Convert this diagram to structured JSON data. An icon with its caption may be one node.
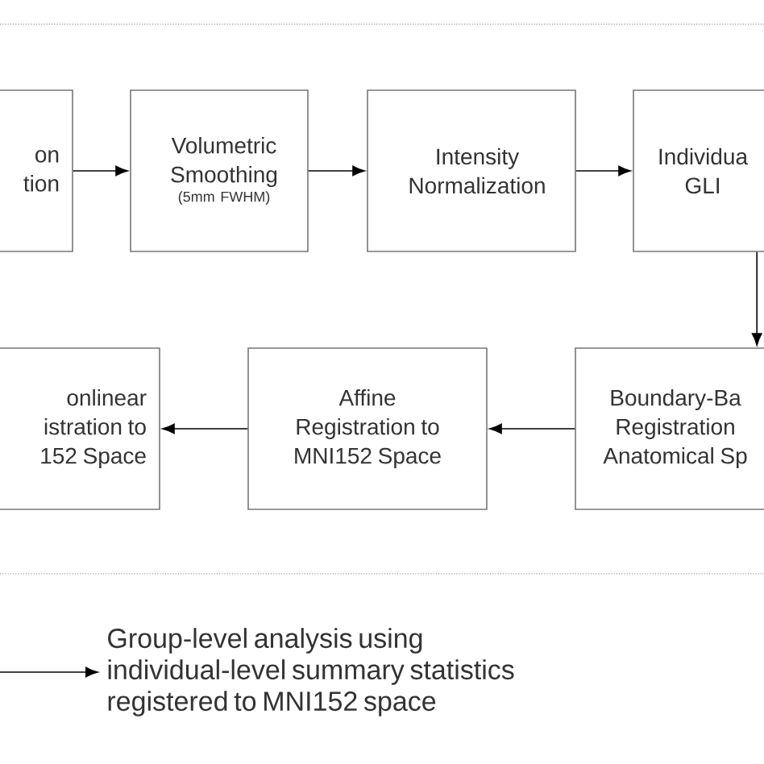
{
  "diagram": {
    "nodes": [
      {
        "text": [
          "on tion"
        ]
      },
      {
        "text": [
          "Volumetric Smoothing",
          "(5mm FWHM)"
        ]
      },
      {
        "text": [
          "Intensity Normalization"
        ]
      },
      {
        "text": [
          "Individua GLI"
        ]
      },
      {
        "text": [
          "Boundary-Ba Registration Anatomical Sp"
        ]
      },
      {
        "text": [
          "Affine Registration to MNI152 Space"
        ]
      },
      {
        "text": [
          "onlinear istration to 152 Space"
        ]
      },
      {
        "text": [
          "Group-level analysis using individual-level summary statistics registered to MNI152 space"
        ]
      }
    ],
    "edges": [
      {
        "from": 0,
        "to": 1,
        "arrow": "to"
      },
      {
        "from": 1,
        "to": 2,
        "arrow": "to"
      },
      {
        "from": 2,
        "to": 3,
        "arrow": "to"
      },
      {
        "from": 3,
        "to": 4,
        "arrow": "to"
      },
      {
        "from": 4,
        "to": 5,
        "arrow": "to"
      },
      {
        "from": 5,
        "to": 6,
        "arrow": "to"
      },
      {
        "from": null,
        "to": 7,
        "arrow": "to"
      }
    ]
  }
}
